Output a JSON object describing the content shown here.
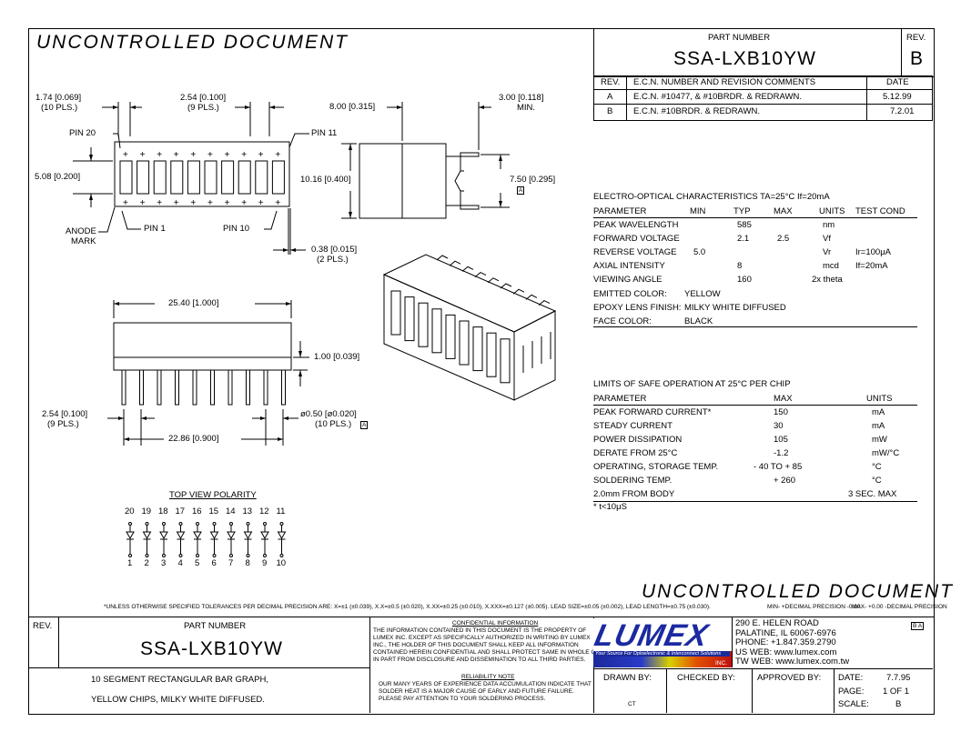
{
  "watermark": "UNCONTROLLED DOCUMENT",
  "title_block": {
    "part_number_label": "PART NUMBER",
    "part_number": "SSA-LXB10YW",
    "rev_label": "REV.",
    "rev": "B",
    "revision_table": {
      "headers": [
        "REV.",
        "E.C.N. NUMBER AND REVISION COMMENTS",
        "DATE"
      ],
      "rows": [
        [
          "A",
          "E.C.N. #10477, & #10BRDR. & REDRAWN.",
          "5.12.99"
        ],
        [
          "B",
          "E.C.N. #10BRDR. & REDRAWN.",
          "7.2.01"
        ]
      ]
    }
  },
  "dimensions": {
    "d1": "1.74 [0.069]",
    "d1_note": "(10 PLS.)",
    "d2": "2.54 [0.100]",
    "d2_note": "(9 PLS.)",
    "d3": "8.00 [0.315]",
    "d4": "3.00 [0.118]",
    "d4_note": "MIN.",
    "d5": "5.08 [0.200]",
    "d6": "10.16 [0.400]",
    "d7": "7.50 [0.295]",
    "d7_ref": "A",
    "d8": "0.38 [0.015]",
    "d8_note": "(2 PLS.)",
    "d9": "25.40 [1.000]",
    "d10": "1.00 [0.039]",
    "d11": "2.54 [0.100]",
    "d11_note": "(9 PLS.)",
    "d12": "ø0.50 [ø0.020]",
    "d12_note": "(10 PLS.)",
    "d12_ref": "A",
    "d13": "22.86 [0.900]",
    "pin20": "PIN 20",
    "pin11": "PIN 11",
    "pin1": "PIN 1",
    "pin10": "PIN 10",
    "anode_mark": "ANODE",
    "anode_mark2": "MARK"
  },
  "polarity": {
    "title": "TOP VIEW POLARITY",
    "top_pins": [
      "20",
      "19",
      "18",
      "17",
      "16",
      "15",
      "14",
      "13",
      "12",
      "11"
    ],
    "bottom_pins": [
      "1",
      "2",
      "3",
      "4",
      "5",
      "6",
      "7",
      "8",
      "9",
      "10"
    ]
  },
  "eo_table": {
    "title": "ELECTRO-OPTICAL CHARACTERISTICS TA=25°C     If=20mA",
    "headers": [
      "PARAMETER",
      "MIN",
      "TYP",
      "MAX",
      "UNITS",
      "TEST COND"
    ],
    "rows": [
      [
        "PEAK WAVELENGTH",
        "",
        "585",
        "",
        "nm",
        ""
      ],
      [
        "FORWARD VOLTAGE",
        "",
        "2.1",
        "2.5",
        "Vf",
        ""
      ],
      [
        "REVERSE VOLTAGE",
        "5.0",
        "",
        "",
        "Vr",
        "Ir=100μA"
      ],
      [
        "AXIAL INTENSITY",
        "",
        "8",
        "",
        "mcd",
        "If=20mA"
      ],
      [
        "VIEWING ANGLE",
        "",
        "160",
        "",
        "2x theta",
        ""
      ]
    ],
    "props": [
      [
        "EMITTED COLOR:",
        "YELLOW"
      ],
      [
        "EPOXY LENS FINISH:",
        "MILKY WHITE DIFFUSED"
      ],
      [
        "FACE COLOR:",
        "BLACK"
      ]
    ]
  },
  "limits_table": {
    "title": "LIMITS OF SAFE OPERATION AT 25°C PER CHIP",
    "headers": [
      "PARAMETER",
      "MAX",
      "UNITS"
    ],
    "rows": [
      [
        "PEAK FORWARD CURRENT*",
        "150",
        "mA"
      ],
      [
        "STEADY CURRENT",
        "30",
        "mA"
      ],
      [
        "POWER DISSIPATION",
        "105",
        "mW"
      ],
      [
        "DERATE FROM 25°C",
        "-1.2",
        "mW/°C"
      ],
      [
        "OPERATING, STORAGE TEMP.",
        "- 40 TO + 85",
        "°C"
      ],
      [
        "SOLDERING TEMP.",
        "+ 260",
        "°C"
      ],
      [
        "2.0mm FROM BODY",
        "",
        "3 SEC. MAX"
      ]
    ],
    "footnote": "* t<10μS"
  },
  "tolerance_note": "*UNLESS OTHERWISE SPECIFIED TOLERANCES PER DECIMAL PRECISION ARE: X=±1 (±0.039), X.X=±0.5 (±0.020), X.XX=±0.25 (±0.010), X.XXX=±0.127 (±0.005).  LEAD SIZE=±0.05 (±0.002), LEAD LENGTH=±0.75 (±0.030).",
  "tolerance_min": "MIN- +DECIMAL PRECISION -0.00",
  "tolerance_max": "MAX- +0.00 -DECIMAL PRECISION",
  "bottom": {
    "rev_label": "REV.",
    "part_number_label": "PART NUMBER",
    "part_number": "SSA-LXB10YW",
    "description1": "10 SEGMENT RECTANGULAR BAR GRAPH,",
    "description2": "YELLOW CHIPS, MILKY WHITE DIFFUSED.",
    "confidential_title": "CONFIDENTIAL INFORMATION",
    "confidential_text": [
      "THE INFORMATION CONTAINED IN THIS DOCUMENT IS THE PROPERTY OF",
      "LUMEX INC.  EXCEPT AS SPECIFICALLY AUTHORIZED IN WRITING BY LUMEX",
      "INC., THE HOLDER OF THIS DOCUMENT SHALL KEEP ALL INFORMATION",
      "CONTAINED HEREIN CONFIDENTIAL AND SHALL PROTECT SAME IN WHOLE OR",
      "IN PART FROM DISCLOSURE AND DISSEMINATION TO ALL THIRD PARTIES."
    ],
    "reliability_title": "RELIABILITY NOTE",
    "reliability_text": [
      "OUR MANY YEARS OF EXPERIENCE DATA ACCUMULATION INDICATE THAT",
      "SOLDER HEAT IS A MAJOR CAUSE OF EARLY AND FUTURE FAILURE.",
      "PLEASE PAY ATTENTION TO YOUR SOLDERING PROCESS."
    ],
    "logo": "LUMEX",
    "logo_tag": "Your Source For Optoelectronic & Interconnect Solutions",
    "logo_inc": "INC.",
    "address": [
      "290  E.  HELEN  ROAD",
      "PALATINE,  IL   60067-6976",
      "PHONE:  +1.847.359.2790",
      "US  WEB:  www.lumex.com",
      "TW  WEB:  www.lumex.com.tw"
    ],
    "box_ref": "B A",
    "drawn_by_label": "DRAWN  BY:",
    "drawn_by": "CT",
    "checked_by_label": "CHECKED  BY:",
    "approved_by_label": "APPROVED  BY:",
    "date_label": "DATE:",
    "date": "7.7.95",
    "page_label": "PAGE:",
    "page": "1  OF  1",
    "scale_label": "SCALE:",
    "scale": "B"
  }
}
